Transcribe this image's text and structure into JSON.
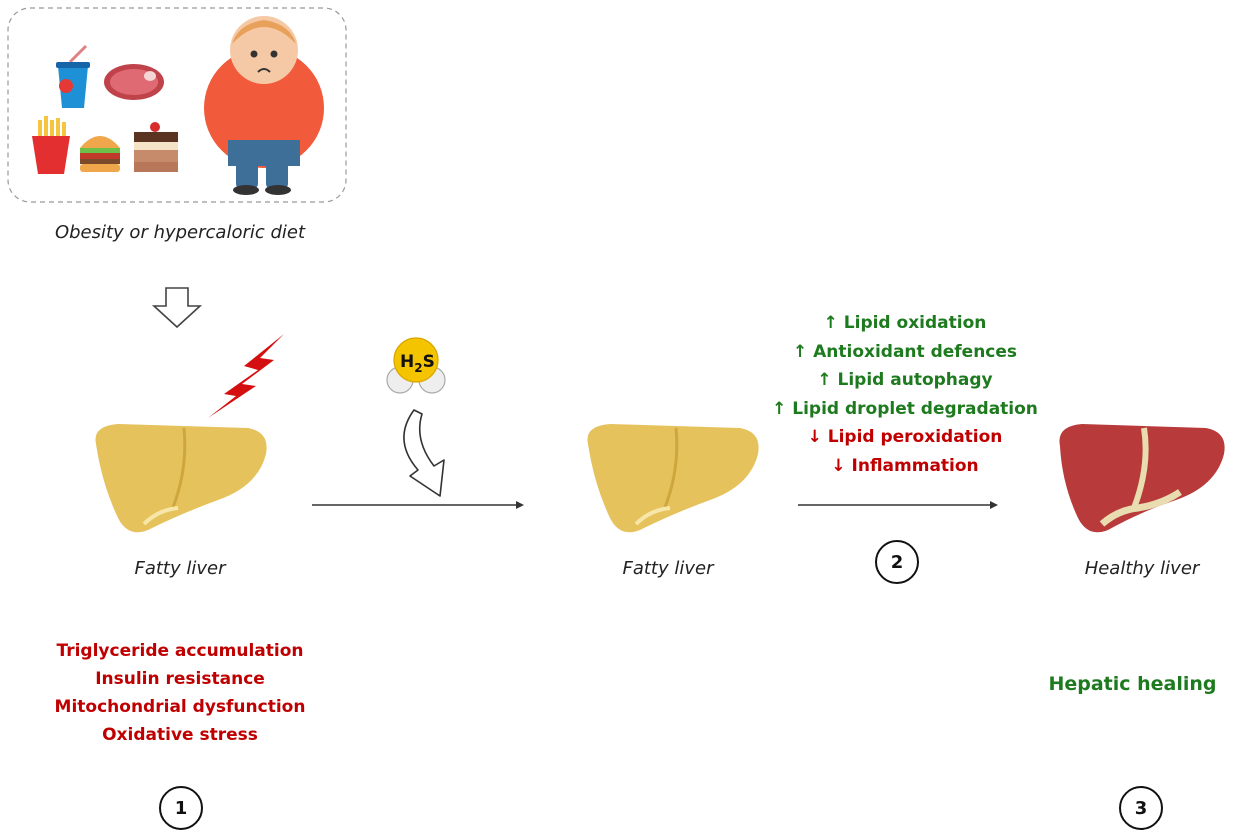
{
  "captions": {
    "obesity": "Obesity or hypercaloric diet",
    "fatty_liver_1": "Fatty liver",
    "fatty_liver_2": "Fatty liver",
    "healthy_liver": "Healthy liver"
  },
  "h2s_label": {
    "main": "H",
    "subscript": "2",
    "tail": "S"
  },
  "damage_effects": [
    "Triglyceride accumulation",
    "Insulin resistance",
    "Mitochondrial dysfunction",
    "Oxidative stress"
  ],
  "h2s_effects": [
    {
      "arrow": "↑",
      "text": "Lipid oxidation",
      "direction": "up"
    },
    {
      "arrow": "↑",
      "text": "Antioxidant defences",
      "direction": "up"
    },
    {
      "arrow": "↑",
      "text": "Lipid autophagy",
      "direction": "up"
    },
    {
      "arrow": "↑",
      "text": "Lipid droplet degradation",
      "direction": "up"
    },
    {
      "arrow": "↓",
      "text": "Lipid peroxidation",
      "direction": "down"
    },
    {
      "arrow": "↓",
      "text": "Inflammation",
      "direction": "down"
    }
  ],
  "outcome": "Hepatic healing",
  "steps": [
    "1",
    "2",
    "3"
  ],
  "colors": {
    "bad": "#c00000",
    "good": "#1e7a1e",
    "fatty_liver": "#e6c25c",
    "healthy_liver": "#b83a3a",
    "lightning": "#d40f0f",
    "h2s_sphere": "#f5c400"
  }
}
